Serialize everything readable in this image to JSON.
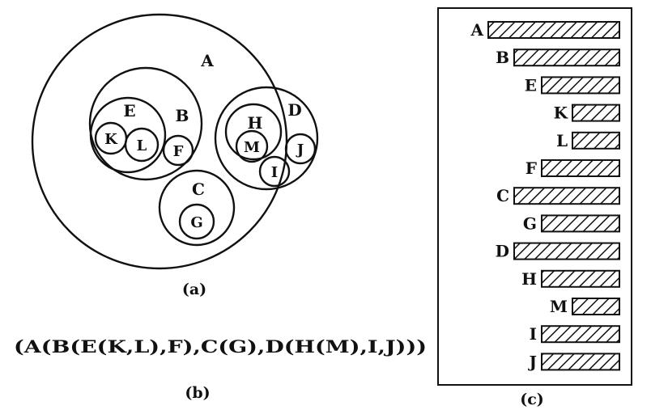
{
  "panel_a": {
    "caption": "(a)",
    "sets": [
      {
        "name": "A"
      },
      {
        "name": "B"
      },
      {
        "name": "E"
      },
      {
        "name": "K"
      },
      {
        "name": "L"
      },
      {
        "name": "F"
      },
      {
        "name": "C"
      },
      {
        "name": "G"
      },
      {
        "name": "D"
      },
      {
        "name": "H"
      },
      {
        "name": "M"
      },
      {
        "name": "I"
      },
      {
        "name": "J"
      }
    ]
  },
  "panel_b": {
    "expression": "(A(B(E(K,L),F),C(G),D(H(M),I,J)))",
    "caption": "(b)"
  },
  "panel_c": {
    "caption": "(c)",
    "rows": [
      {
        "label": "A",
        "depth": 0
      },
      {
        "label": "B",
        "depth": 1
      },
      {
        "label": "E",
        "depth": 2
      },
      {
        "label": "K",
        "depth": 3
      },
      {
        "label": "L",
        "depth": 3
      },
      {
        "label": "F",
        "depth": 2
      },
      {
        "label": "C",
        "depth": 1
      },
      {
        "label": "G",
        "depth": 2
      },
      {
        "label": "D",
        "depth": 1
      },
      {
        "label": "H",
        "depth": 2
      },
      {
        "label": "M",
        "depth": 3
      },
      {
        "label": "I",
        "depth": 2
      },
      {
        "label": "J",
        "depth": 2
      }
    ]
  }
}
